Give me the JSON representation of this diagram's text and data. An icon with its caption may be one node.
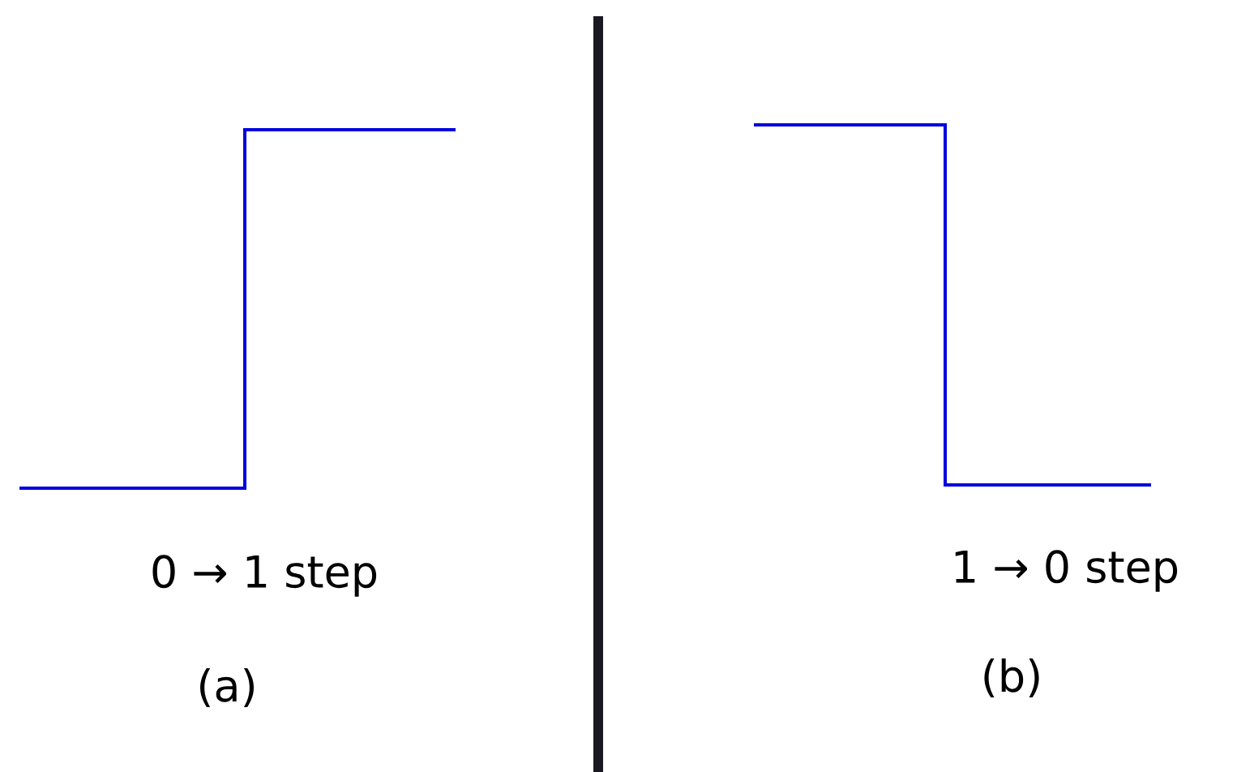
{
  "diagram": {
    "labels": [
      "0 → 1 step",
      "(a)",
      "1 → 0 step",
      "(b)"
    ]
  }
}
